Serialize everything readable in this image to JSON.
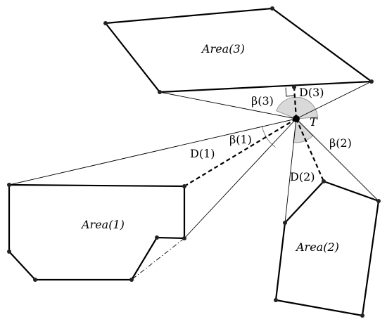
{
  "labels": {
    "area3": "Area(3)",
    "area1": "Area(1)",
    "area2": "Area(2)",
    "beta3": "β(3)",
    "beta1": "β(1)",
    "beta2": "β(2)",
    "d3": "D(3)",
    "d1": "D(1)",
    "d2": "D(2)",
    "t": "T"
  }
}
